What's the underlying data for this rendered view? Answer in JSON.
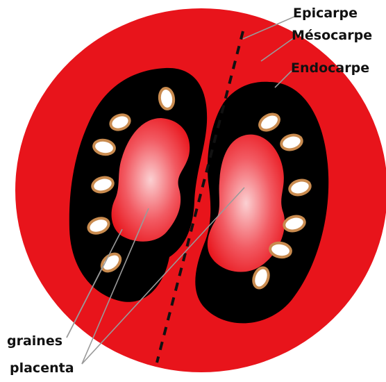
{
  "labels": {
    "epicarpe": "Epicarpe",
    "mesocarpe": "Mésocarpe",
    "endocarpe": "Endocarpe",
    "graines": "graines",
    "placenta": "placenta"
  },
  "colors": {
    "pericarp": "#e8141b",
    "locule": "#000000",
    "placenta": "#f25a62",
    "seed_fill": "#ffffff",
    "seed_rim": "#c98b4f",
    "leader": "#9a9a9a"
  }
}
